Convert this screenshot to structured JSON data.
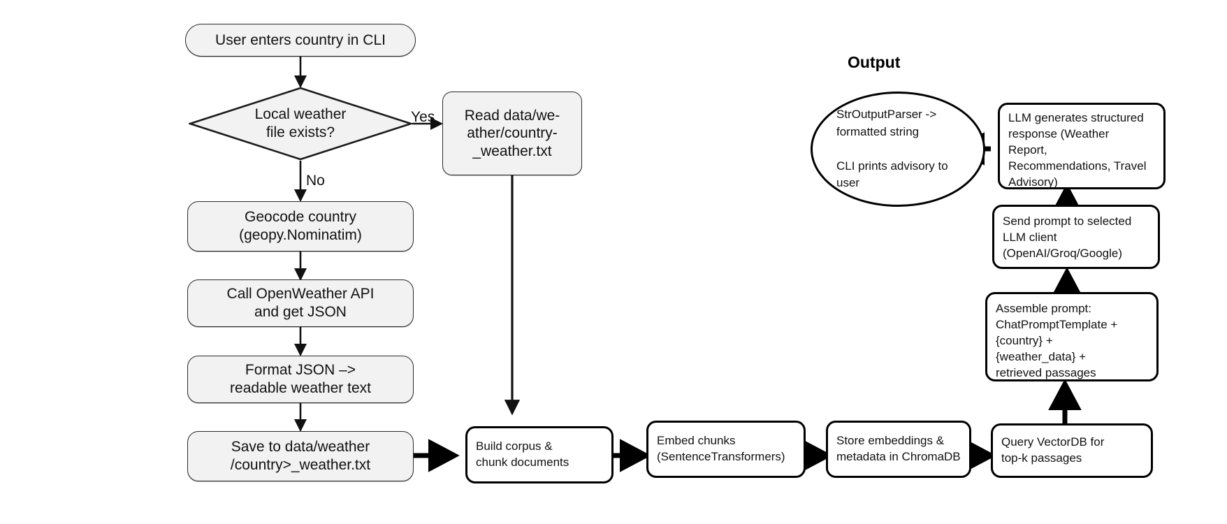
{
  "diagram": {
    "title_output": "Output",
    "edge_labels": {
      "yes": "Yes",
      "no": "No"
    },
    "nodes": {
      "start": "User enters country in CLI",
      "decision": "Local weather\nfile exists?",
      "read_file": "Read data/we-\nather/country-\n_weather.txt",
      "geocode": "Geocode country\n(geopy.Nominatim)",
      "call_api": "Call OpenWeather API\nand get JSON",
      "format_json": "Format JSON –>\nreadable weather text",
      "save_file": "Save to data/weather\n/country>_weather.txt",
      "build_corpus": "Build corpus &\nchunk documents",
      "embed_chunks": "Embed chunks\n(SentenceTransformers)",
      "store_embeddings": "Store embeddings &\nmetadata in ChromaDB",
      "query_vectordb": "Query VectorDB for\ntop-k passages",
      "assemble_prompt": "Assemble prompt:\nChatPromptTemplate +\n{country} +\n{weather_data} +\nretrieved passages",
      "send_prompt": "Send prompt to selected\nLLM client\n(OpenAI/Groq/Google)",
      "llm_response": "LLM generates structured\nresponse (Weather\nReport,\nRecommendations, Travel\nAdvisory)",
      "output_ellipse": "StrOutputParser ->\nformatted string\n\nCLI prints advisory to\nuser"
    },
    "colors": {
      "process_fill": "#f2f2f2",
      "process_stroke": "#2b2b2b",
      "heavy_stroke": "#000000",
      "background": "#ffffff"
    }
  }
}
